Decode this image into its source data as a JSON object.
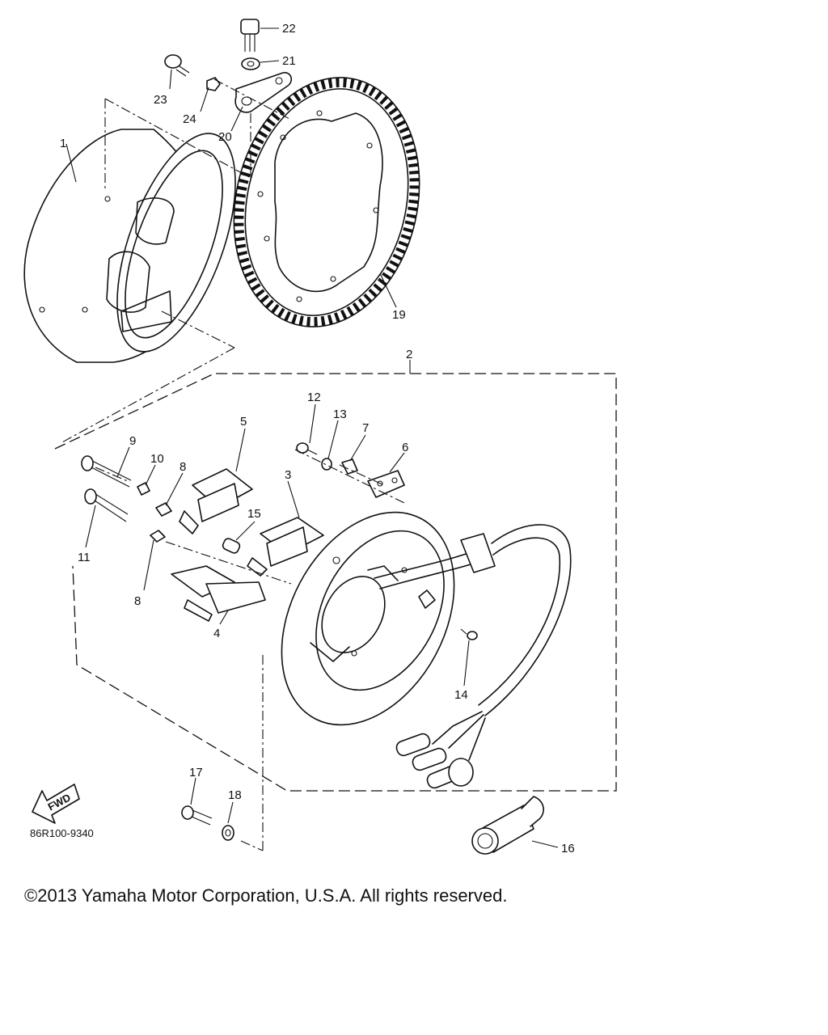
{
  "callouts": {
    "c1": "1",
    "c2": "2",
    "c3": "3",
    "c4": "4",
    "c5": "5",
    "c6": "6",
    "c7": "7",
    "c8a": "8",
    "c8b": "8",
    "c9": "9",
    "c10": "10",
    "c11": "11",
    "c12": "12",
    "c13": "13",
    "c14": "14",
    "c15": "15",
    "c16": "16",
    "c17": "17",
    "c18": "18",
    "c19": "19",
    "c20": "20",
    "c21": "21",
    "c22": "22",
    "c23": "23",
    "c24": "24"
  },
  "fwd_label": "FWD",
  "diagram_code": "86R100-9340",
  "copyright": "©2013 Yamaha Motor Corporation, U.S.A. All rights reserved."
}
